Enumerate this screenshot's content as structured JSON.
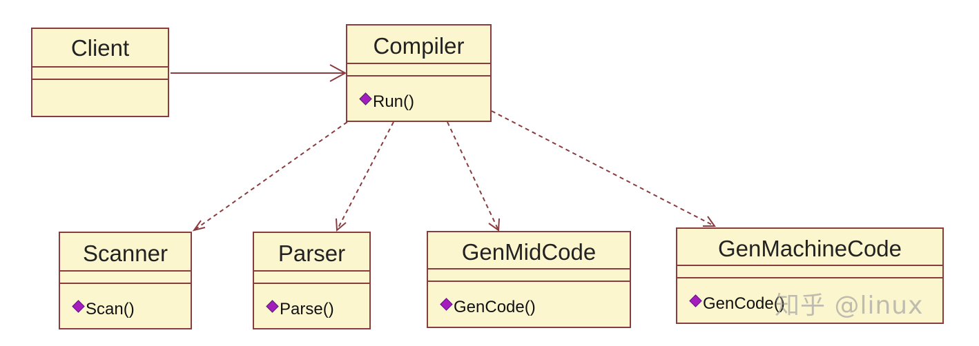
{
  "colors": {
    "box_fill": "#fbf6cd",
    "box_border": "#8a3b3e",
    "operation_icon": "#a51dbd",
    "connector": "#8a3b3e"
  },
  "classes": {
    "client": {
      "name": "Client"
    },
    "compiler": {
      "name": "Compiler",
      "operation": "Run()"
    },
    "scanner": {
      "name": "Scanner",
      "operation": "Scan()"
    },
    "parser": {
      "name": "Parser",
      "operation": "Parse()"
    },
    "genmidcode": {
      "name": "GenMidCode",
      "operation": "GenCode()"
    },
    "genmachinecode": {
      "name": "GenMachineCode",
      "operation": "GenCode()"
    }
  },
  "relationships": [
    {
      "from": "Client",
      "to": "Compiler",
      "kind": "association"
    },
    {
      "from": "Compiler",
      "to": "Scanner",
      "kind": "dependency"
    },
    {
      "from": "Compiler",
      "to": "Parser",
      "kind": "dependency"
    },
    {
      "from": "Compiler",
      "to": "GenMidCode",
      "kind": "dependency"
    },
    {
      "from": "Compiler",
      "to": "GenMachineCode",
      "kind": "dependency"
    }
  ],
  "watermark": "知乎 @linux"
}
